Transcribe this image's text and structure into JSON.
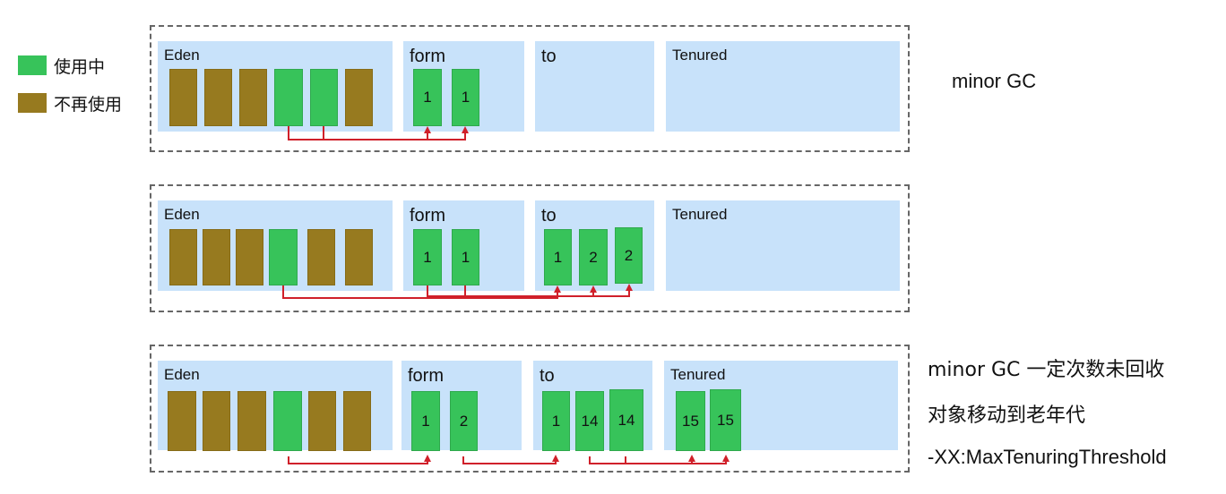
{
  "legend": {
    "in_use": {
      "label": "使用中",
      "color": "#37c35a"
    },
    "unused": {
      "label": "不再使用",
      "color": "#977a1f"
    }
  },
  "region_labels": {
    "eden": "Eden",
    "from": "form",
    "to": "to",
    "tenured": "Tenured"
  },
  "rows": [
    {
      "id": "row1",
      "eden": [
        "unused",
        "unused",
        "unused",
        "used",
        "used",
        "unused"
      ],
      "from": [
        "1",
        "1"
      ],
      "to": [],
      "tenured": []
    },
    {
      "id": "row2",
      "eden": [
        "unused",
        "unused",
        "unused",
        "used",
        "unused",
        "unused"
      ],
      "from": [
        "1",
        "1"
      ],
      "to": [
        "1",
        "2",
        "2"
      ],
      "tenured": []
    },
    {
      "id": "row3",
      "eden": [
        "unused",
        "unused",
        "unused",
        "used",
        "unused",
        "unused"
      ],
      "from": [
        "1",
        "2"
      ],
      "to": [
        "1",
        "14",
        "14"
      ],
      "tenured": [
        "15",
        "15"
      ]
    }
  ],
  "annotations": {
    "row1": "minor GC",
    "row3_line1": "minor GC 一定次数未回收",
    "row3_line2": "对象移动到老年代",
    "row3_line3": "-XX:MaxTenuringThreshold"
  },
  "colors": {
    "region": "#c8e2fa",
    "arrow": "#d0202a",
    "frame": "#666666"
  }
}
